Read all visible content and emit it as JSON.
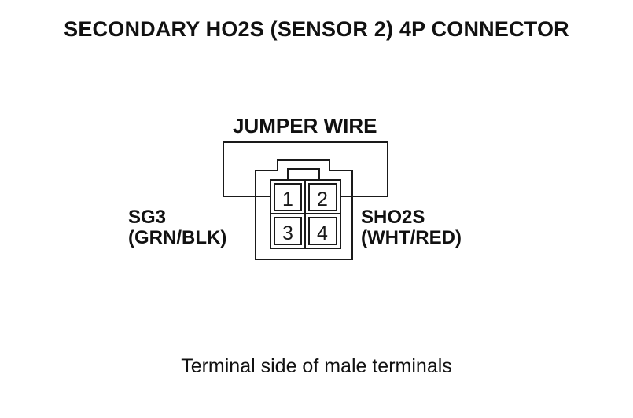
{
  "title": "SECONDARY HO2S (SENSOR 2) 4P CONNECTOR",
  "jumper_label": "JUMPER WIRE",
  "left_terminal": {
    "name": "SG3",
    "wire_color": "(GRN/BLK)"
  },
  "right_terminal": {
    "name": "SHO2S",
    "wire_color": "(WHT/RED)"
  },
  "pins": [
    "1",
    "2",
    "3",
    "4"
  ],
  "caption": "Terminal side of male terminals"
}
